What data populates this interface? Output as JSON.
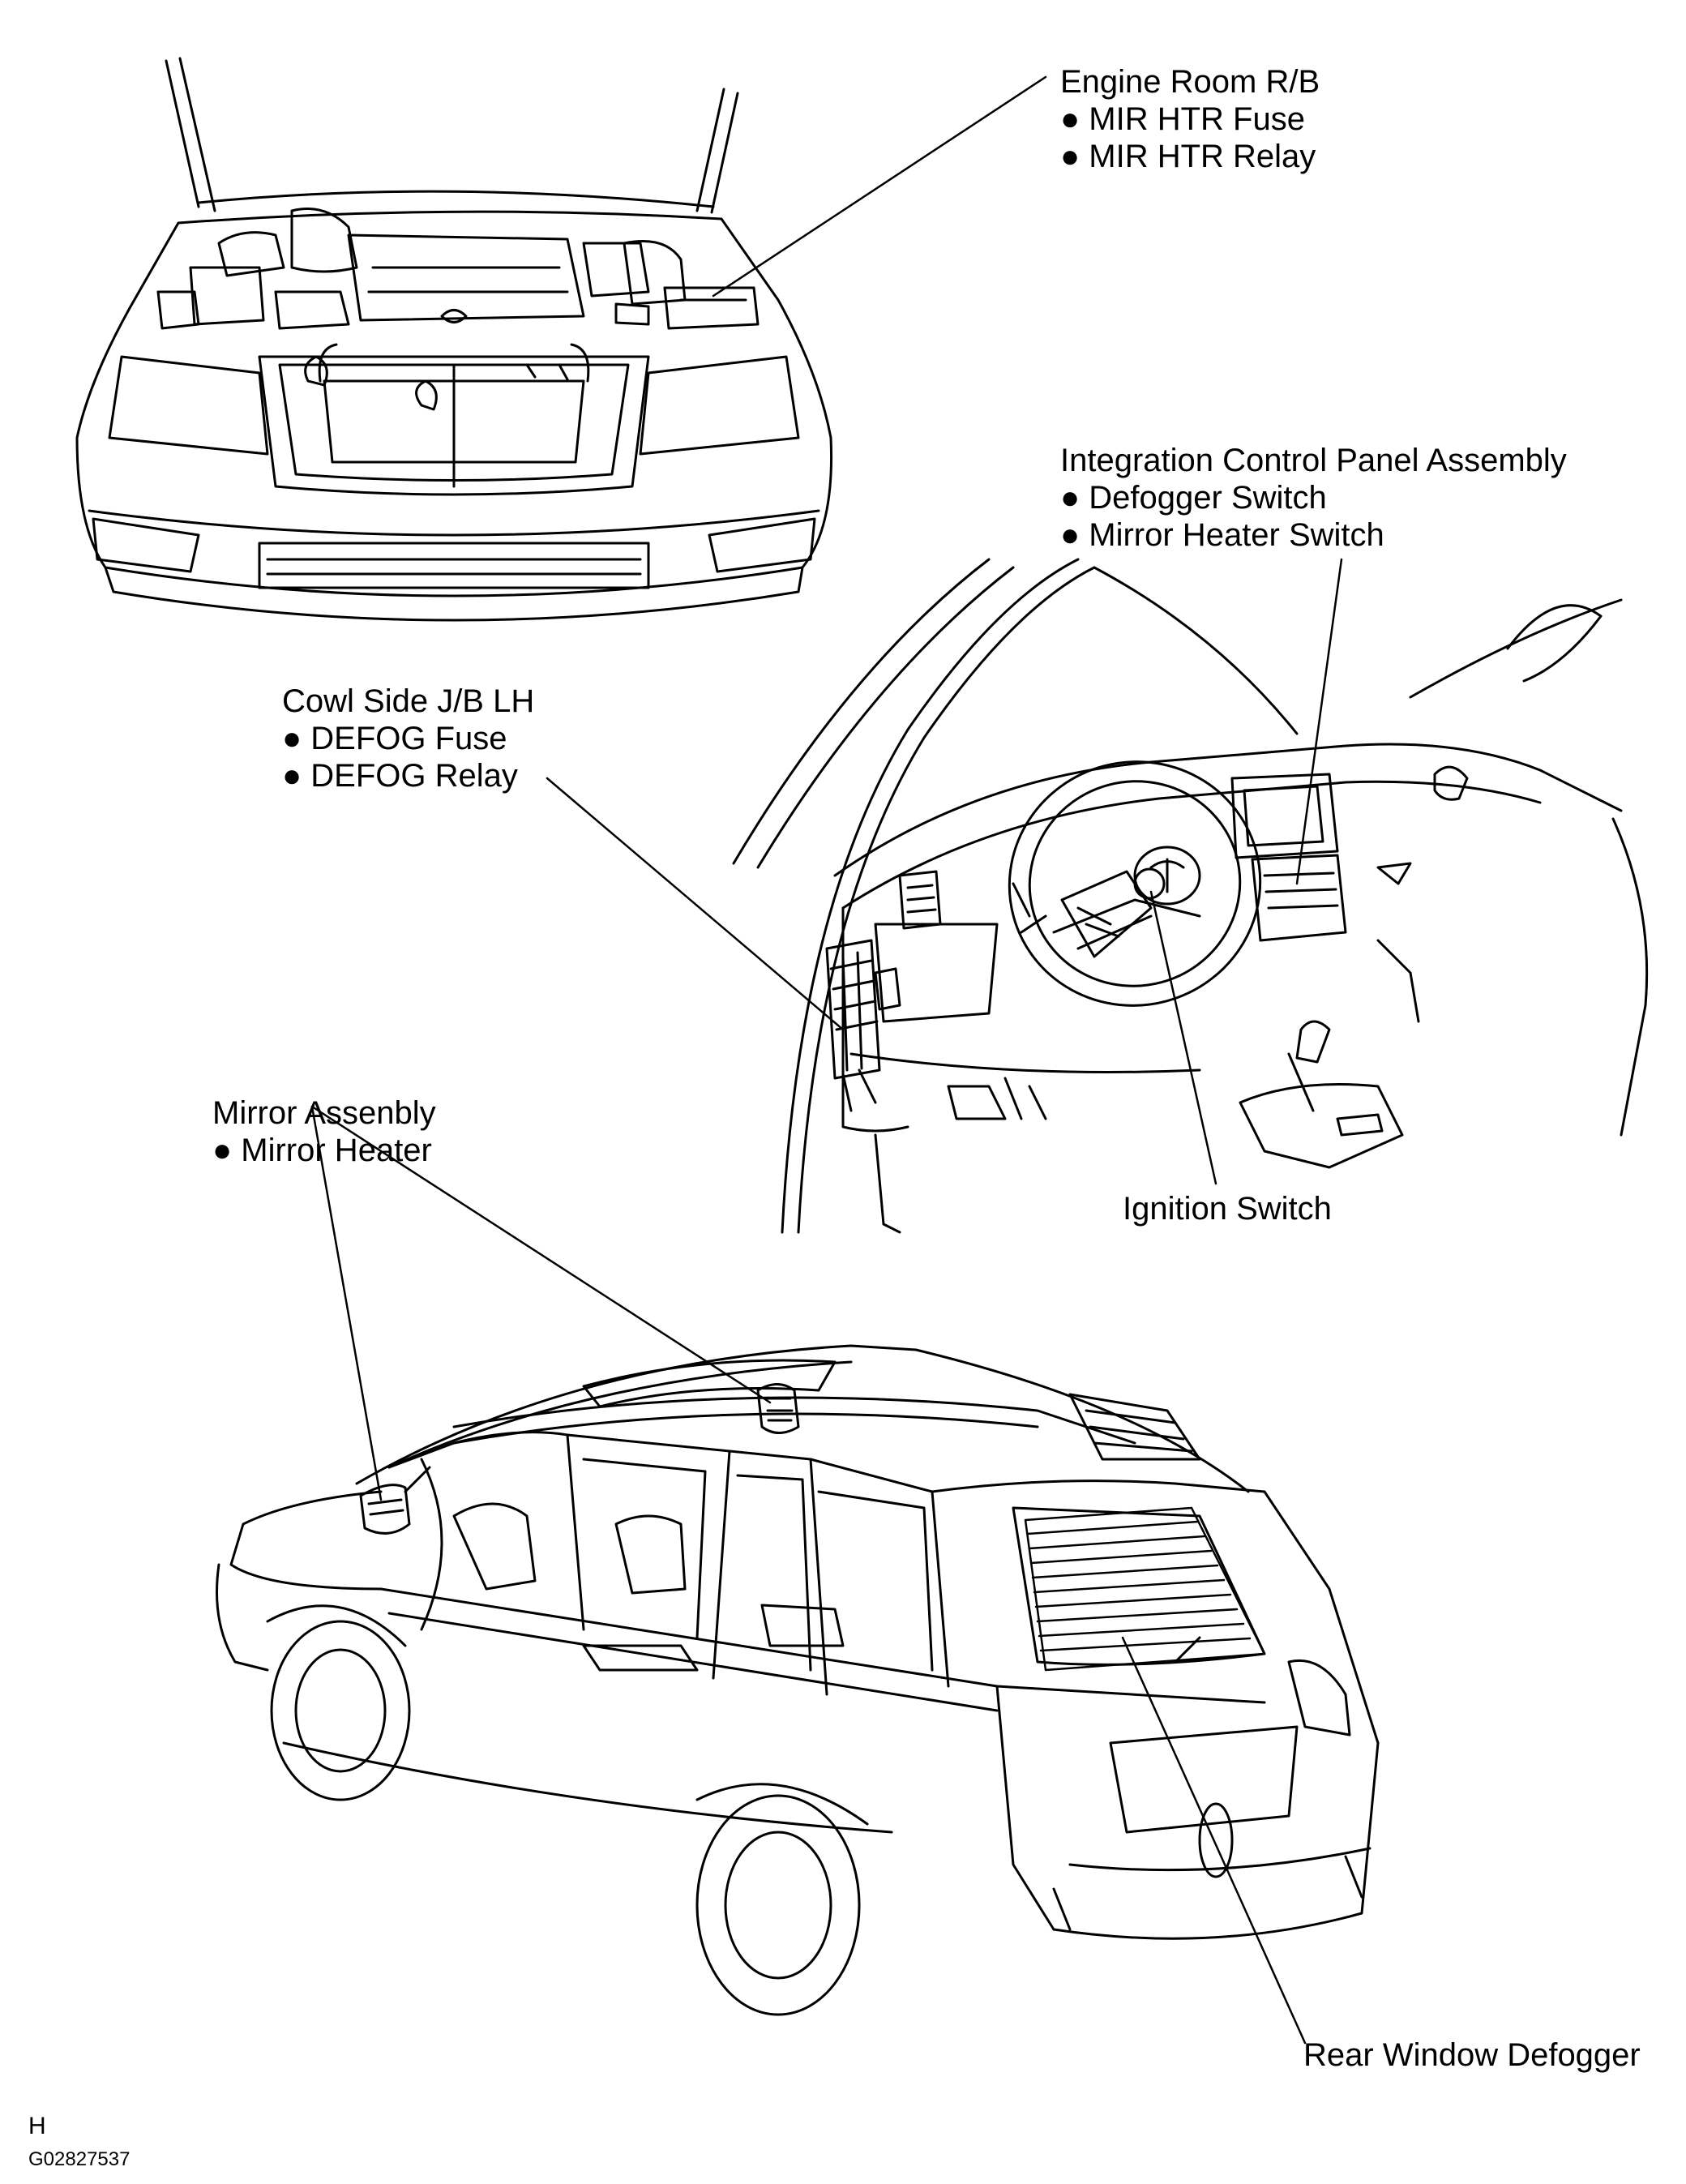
{
  "labels": {
    "engine_room": {
      "title": "Engine Room R/B",
      "items": [
        "MIR HTR Fuse",
        "MIR HTR Relay"
      ]
    },
    "integration": {
      "title": "Integration Control Panel Assembly",
      "items": [
        "Defogger Switch",
        "Mirror Heater Switch"
      ]
    },
    "cowl_side": {
      "title": "Cowl Side J/B LH",
      "items": [
        "DEFOG Fuse",
        "DEFOG Relay"
      ]
    },
    "mirror": {
      "title": "Mirror Assenbly",
      "items": [
        "Mirror Heater"
      ]
    },
    "ignition": {
      "title": "Ignition Switch"
    },
    "rear_defogger": {
      "title": "Rear Window Defogger"
    }
  },
  "footer": {
    "section": "H",
    "figure_code": "G02827537"
  }
}
